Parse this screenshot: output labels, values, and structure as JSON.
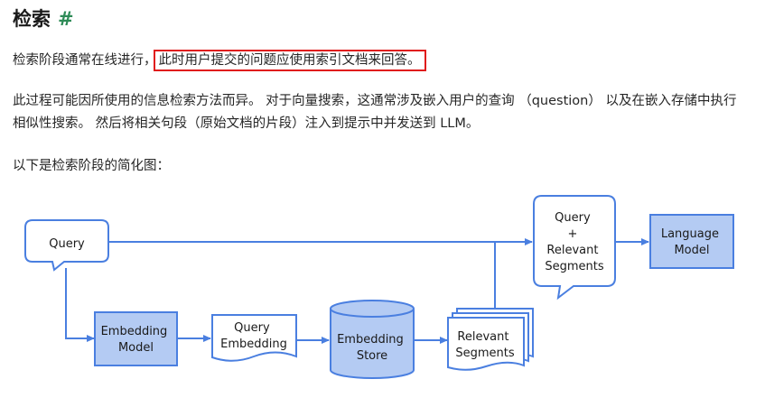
{
  "section": {
    "title": "检索",
    "anchor": "#"
  },
  "paragraphs": {
    "p1_before": "检索阶段通常在线进行，",
    "p1_highlight": "此时用户提交的问题应使用索引文档来回答。",
    "p2": "此过程可能因所使用的信息检索方法而异。 对于向量搜索，这通常涉及嵌入用户的查询 （question） 以及在嵌入存储中执行相似性搜索。 然后将相关句段（原始文档的片段）注入到提示中并发送到 LLM。",
    "p3": "以下是检索阶段的简化图："
  },
  "diagram": {
    "query": "Query",
    "embedding_model": [
      "Embedding",
      "Model"
    ],
    "query_embedding": [
      "Query",
      "Embedding"
    ],
    "embedding_store": [
      "Embedding",
      "Store"
    ],
    "relevant_segments": [
      "Relevant",
      "Segments"
    ],
    "query_plus_segments": [
      "Query",
      "+",
      "Relevant",
      "Segments"
    ],
    "language_model": [
      "Language",
      "Model"
    ]
  },
  "colors": {
    "accent_blue": "#4a7fe0",
    "box_fill": "#b4cbf3",
    "highlight_red": "#e01b1b",
    "anchor_green": "#2e8b57"
  }
}
